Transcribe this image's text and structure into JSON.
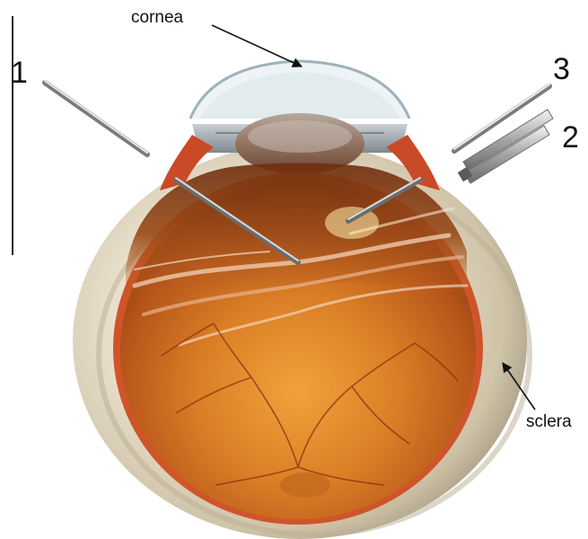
{
  "labels": {
    "cornea": "cornea",
    "sclera": "sclera",
    "one": "1",
    "two": "2",
    "three": "3"
  },
  "colors": {
    "sclera": "#e6dcc6",
    "choroid": "#d0542a",
    "fundus": "#c46a1c",
    "vitreous": "#8a3d12",
    "instrument": "#a9a9a9"
  }
}
